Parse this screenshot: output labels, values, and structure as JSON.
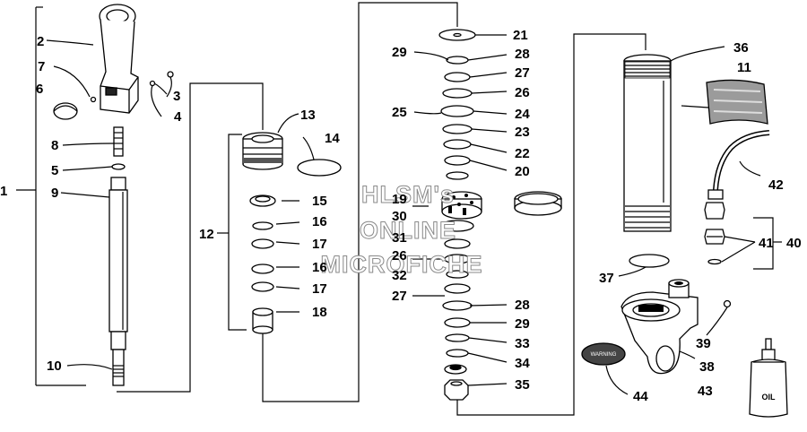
{
  "callouts": [
    {
      "id": "c1",
      "text": "1"
    },
    {
      "id": "c2",
      "text": "2"
    },
    {
      "id": "c3",
      "text": "3"
    },
    {
      "id": "c4",
      "text": "4"
    },
    {
      "id": "c5",
      "text": "5"
    },
    {
      "id": "c6",
      "text": "6"
    },
    {
      "id": "c7",
      "text": "7"
    },
    {
      "id": "c8",
      "text": "8"
    },
    {
      "id": "c9",
      "text": "9"
    },
    {
      "id": "c10",
      "text": "10"
    },
    {
      "id": "c11",
      "text": "11"
    },
    {
      "id": "c12",
      "text": "12"
    },
    {
      "id": "c13",
      "text": "13"
    },
    {
      "id": "c14",
      "text": "14"
    },
    {
      "id": "c15",
      "text": "15"
    },
    {
      "id": "c16a",
      "text": "16"
    },
    {
      "id": "c16b",
      "text": "16"
    },
    {
      "id": "c17a",
      "text": "17"
    },
    {
      "id": "c17b",
      "text": "17"
    },
    {
      "id": "c18",
      "text": "18"
    },
    {
      "id": "c19",
      "text": "19"
    },
    {
      "id": "c20",
      "text": "20"
    },
    {
      "id": "c21",
      "text": "21"
    },
    {
      "id": "c22",
      "text": "22"
    },
    {
      "id": "c23",
      "text": "23"
    },
    {
      "id": "c24",
      "text": "24"
    },
    {
      "id": "c25",
      "text": "25"
    },
    {
      "id": "c26a",
      "text": "26"
    },
    {
      "id": "c26b",
      "text": "26"
    },
    {
      "id": "c27a",
      "text": "27"
    },
    {
      "id": "c27b",
      "text": "27"
    },
    {
      "id": "c28a",
      "text": "28"
    },
    {
      "id": "c28b",
      "text": "28"
    },
    {
      "id": "c29a",
      "text": "29"
    },
    {
      "id": "c29b",
      "text": "29"
    },
    {
      "id": "c30",
      "text": "30"
    },
    {
      "id": "c31",
      "text": "31"
    },
    {
      "id": "c32",
      "text": "32"
    },
    {
      "id": "c33",
      "text": "33"
    },
    {
      "id": "c34",
      "text": "34"
    },
    {
      "id": "c35",
      "text": "35"
    },
    {
      "id": "c36",
      "text": "36"
    },
    {
      "id": "c37",
      "text": "37"
    },
    {
      "id": "c38",
      "text": "38"
    },
    {
      "id": "c39",
      "text": "39"
    },
    {
      "id": "c40",
      "text": "40"
    },
    {
      "id": "c41",
      "text": "41"
    },
    {
      "id": "c42",
      "text": "42"
    },
    {
      "id": "c43",
      "text": "43"
    },
    {
      "id": "c44",
      "text": "44"
    }
  ],
  "watermark": {
    "line1": "HLSM's",
    "line2": "ONLINE",
    "line3": "MICROFICHE"
  },
  "oil_bottle_label": "OIL",
  "warning_tag_label": "WARNING"
}
